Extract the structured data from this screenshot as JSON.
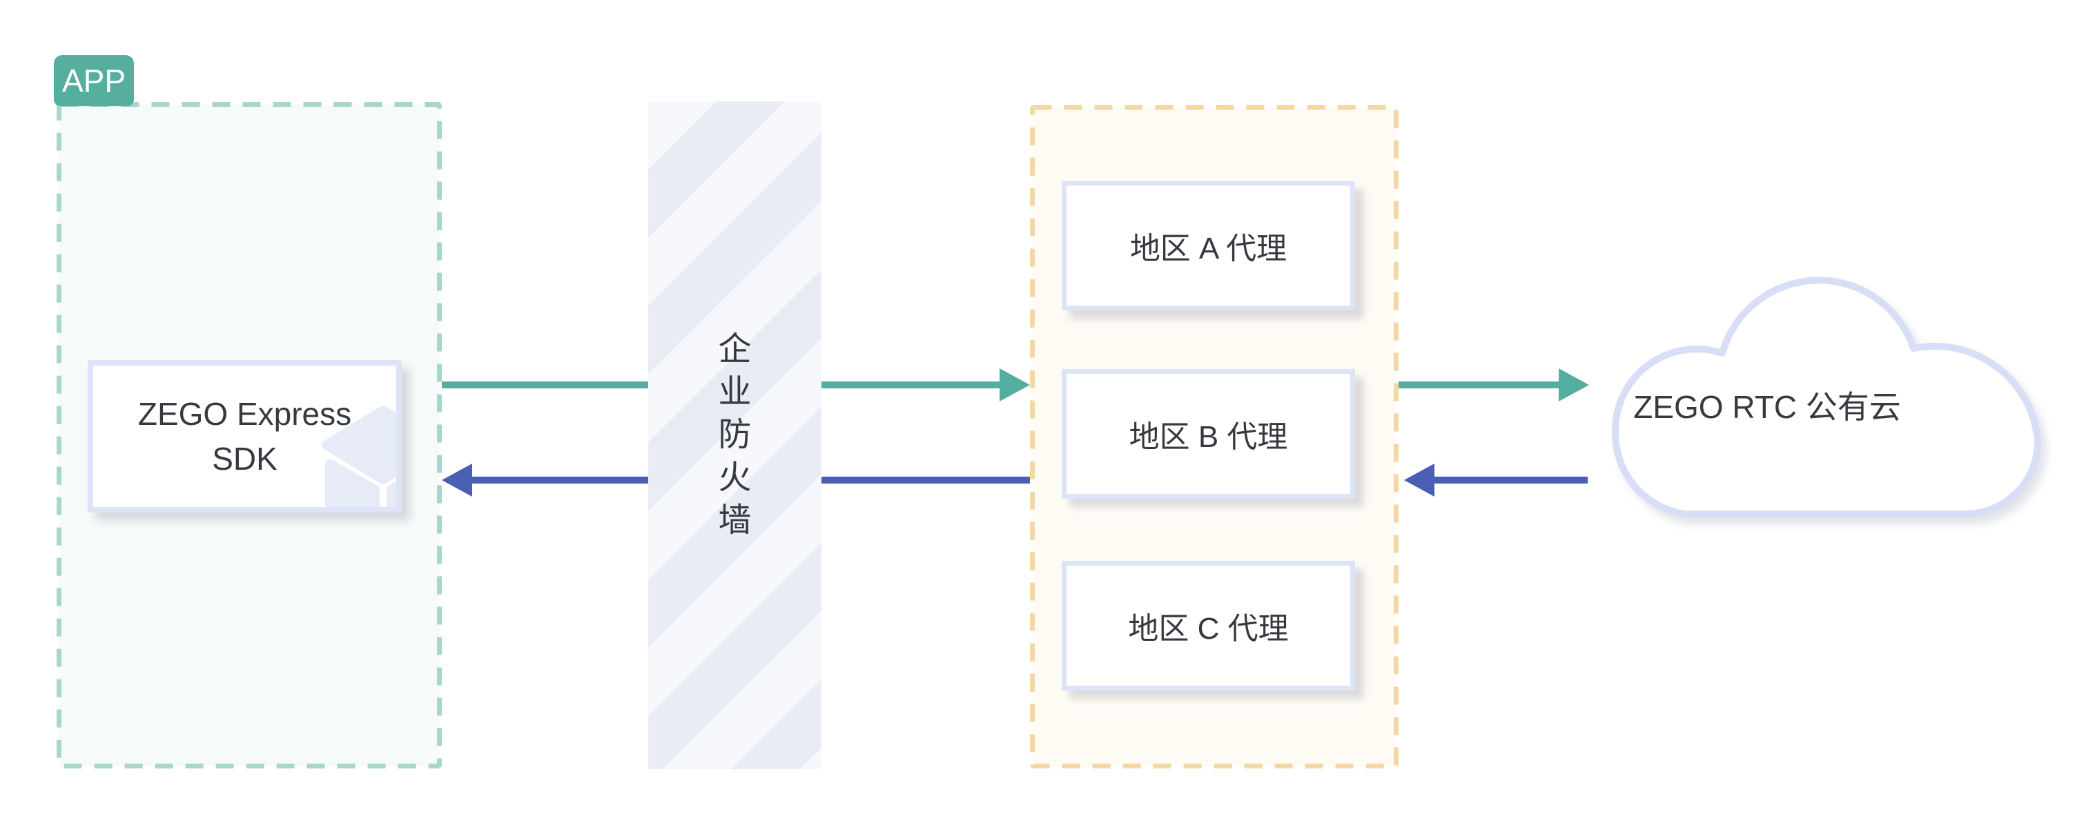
{
  "app_group": {
    "badge_label": "APP",
    "sdk_box": {
      "label": "ZEGO Express\nSDK"
    }
  },
  "firewall": {
    "label": "企\n业\n防\n火\n墙"
  },
  "proxy_group": {
    "boxes": [
      {
        "label": "地区 A 代理"
      },
      {
        "label": "地区 B 代理"
      },
      {
        "label": "地区 C 代理"
      }
    ]
  },
  "cloud": {
    "label": "ZEGO RTC 公有云"
  },
  "arrows": {
    "uplink_direction": "left-to-right",
    "downlink_direction": "right-to-left"
  },
  "colors": {
    "teal-badge": "#56ae9f",
    "teal-dash": "#a9d6cb",
    "app-fill": "#f6fbf9",
    "arrow-green": "#55ada0",
    "arrow-blue": "#4a5eb4",
    "orange-dash": "#f3d8a4",
    "proxy-fill": "#fdfbf4",
    "box-border": "#dde4f8",
    "cloud-border": "#d7def5",
    "stripe-light": "#f7f8fc",
    "stripe-dark": "#e9ebf5",
    "cube": "#e7ebf8",
    "text": "#36393f"
  }
}
